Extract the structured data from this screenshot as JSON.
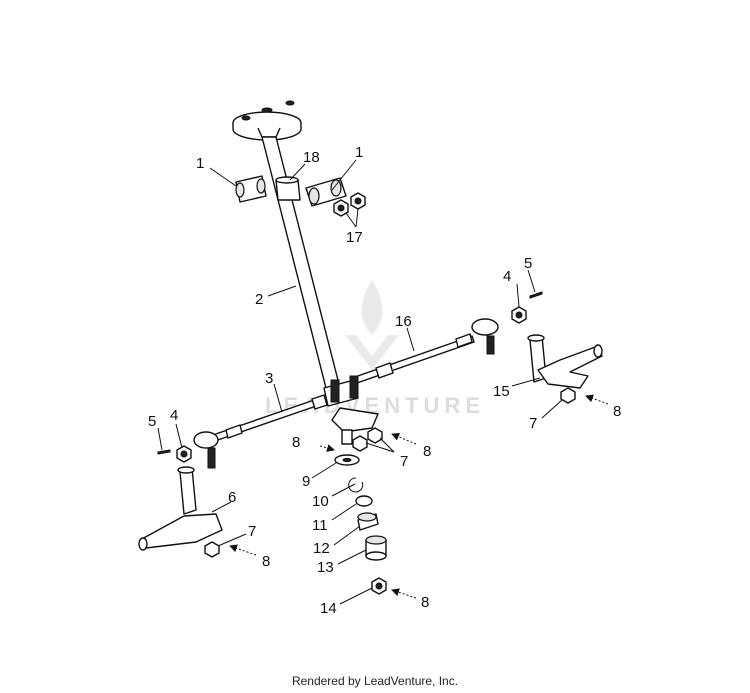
{
  "watermark": {
    "text": "LEADVENTURE"
  },
  "footer": {
    "text": "Rendered by LeadVenture, Inc."
  },
  "callouts": [
    {
      "id": "c1a",
      "text": "1"
    },
    {
      "id": "c18",
      "text": "18"
    },
    {
      "id": "c1b",
      "text": "1"
    },
    {
      "id": "c17",
      "text": "17"
    },
    {
      "id": "c2",
      "text": "2"
    },
    {
      "id": "c4r",
      "text": "4"
    },
    {
      "id": "c5r",
      "text": "5"
    },
    {
      "id": "c16",
      "text": "16"
    },
    {
      "id": "c3",
      "text": "3"
    },
    {
      "id": "c15",
      "text": "15"
    },
    {
      "id": "c7r",
      "text": "7"
    },
    {
      "id": "c8r",
      "text": "8"
    },
    {
      "id": "c5l",
      "text": "5"
    },
    {
      "id": "c4l",
      "text": "4"
    },
    {
      "id": "c8m",
      "text": "8"
    },
    {
      "id": "c8c",
      "text": "8"
    },
    {
      "id": "c7c",
      "text": "7"
    },
    {
      "id": "c9",
      "text": "9"
    },
    {
      "id": "c6",
      "text": "6"
    },
    {
      "id": "c10",
      "text": "10"
    },
    {
      "id": "c11",
      "text": "11"
    },
    {
      "id": "c7l",
      "text": "7"
    },
    {
      "id": "c12",
      "text": "12"
    },
    {
      "id": "c8l",
      "text": "8"
    },
    {
      "id": "c13",
      "text": "13"
    },
    {
      "id": "c14",
      "text": "14"
    },
    {
      "id": "c8b",
      "text": "8"
    }
  ]
}
